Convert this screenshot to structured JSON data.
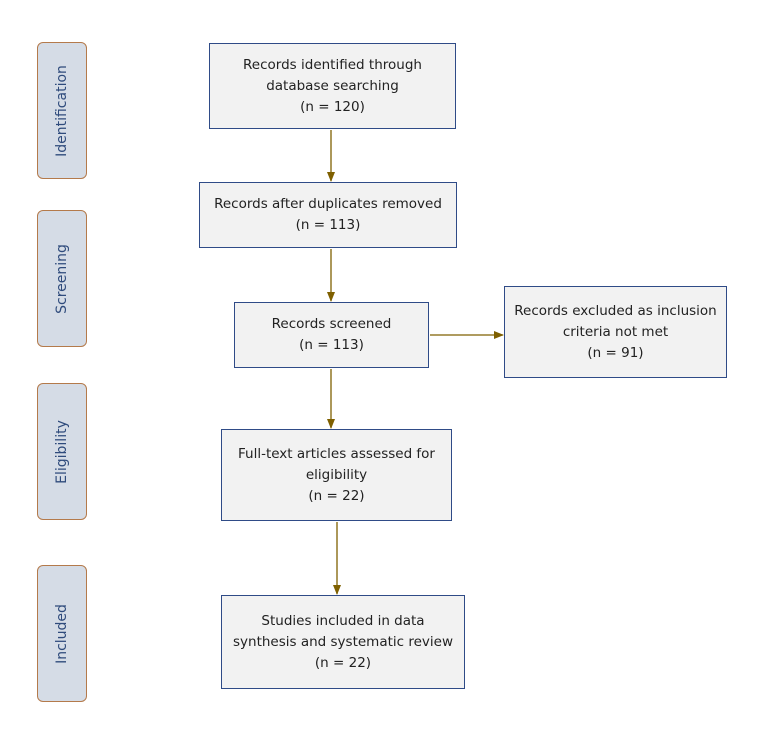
{
  "stages": [
    {
      "id": "identification",
      "label": "Identification"
    },
    {
      "id": "screening",
      "label": "Screening"
    },
    {
      "id": "eligibility",
      "label": "Eligibility"
    },
    {
      "id": "included",
      "label": "Included"
    }
  ],
  "boxes": {
    "identified": {
      "lines": [
        "Records identified through",
        "database searching"
      ],
      "count": "(n = 120)"
    },
    "after_duplicates": {
      "lines": [
        "Records after duplicates removed"
      ],
      "count": "(n = 113)"
    },
    "screened": {
      "lines": [
        "Records screened"
      ],
      "count": "(n = 113)"
    },
    "excluded": {
      "lines": [
        "Records excluded as inclusion",
        "criteria not met"
      ],
      "count": "(n = 91)"
    },
    "full_text": {
      "lines": [
        "Full-text articles assessed for",
        "eligibility"
      ],
      "count": "(n = 22)"
    },
    "included": {
      "lines": [
        "Studies included in data",
        "synthesis and systematic review"
      ],
      "count": "(n = 22)"
    }
  },
  "colors": {
    "arrow": "#7f6000",
    "box_border": "#2f4b87",
    "box_fill": "#f2f2f2",
    "stage_fill": "#d5dce6",
    "stage_border": "#b47a4b",
    "stage_text": "#2f4b7c"
  }
}
